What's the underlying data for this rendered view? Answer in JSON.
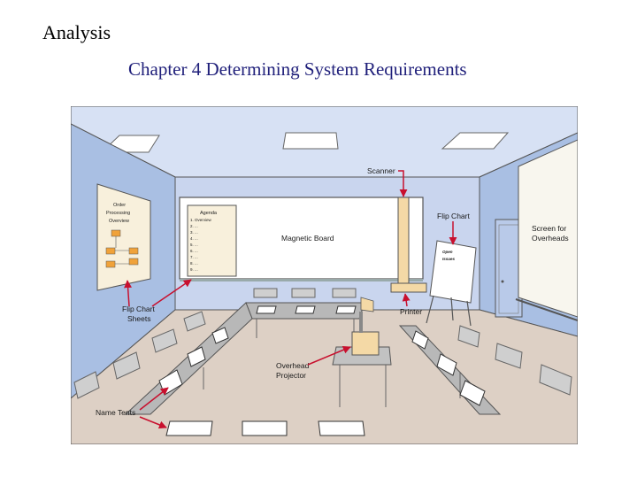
{
  "slide": {
    "label": "Analysis",
    "title": "Chapter 4 Determining System Requirements"
  },
  "diagram": {
    "labels": {
      "scanner": "Scanner",
      "flip_chart": "Flip Chart",
      "screen_line1": "Screen for",
      "screen_line2": "Overheads",
      "magnetic_board": "Magnetic Board",
      "printer": "Printer",
      "flip_chart_sheets_line1": "Flip Chart",
      "flip_chart_sheets_line2": "Sheets",
      "overhead_line1": "Overhead",
      "overhead_line2": "Projector",
      "name_tents": "Name Tents"
    },
    "poster": {
      "line1": "Order",
      "line2": "Processing",
      "line3": "Overview"
    },
    "agenda": {
      "title": "Agenda",
      "items": [
        "1. Overview",
        "2. ...",
        "3. ...",
        "4. ...",
        "5. ...",
        "6. ...",
        "7. ...",
        "8. ...",
        "9. ..."
      ]
    },
    "open_issues": {
      "line1": "Open",
      "line2": "Issues"
    }
  },
  "colors": {
    "ceiling": "#d7e1f4",
    "walls": "#a9bfe3",
    "front_wall": "#c9d5ee",
    "floor": "#ddd0c5",
    "tables": "#b8b8b8",
    "arrows": "#c8102e"
  }
}
